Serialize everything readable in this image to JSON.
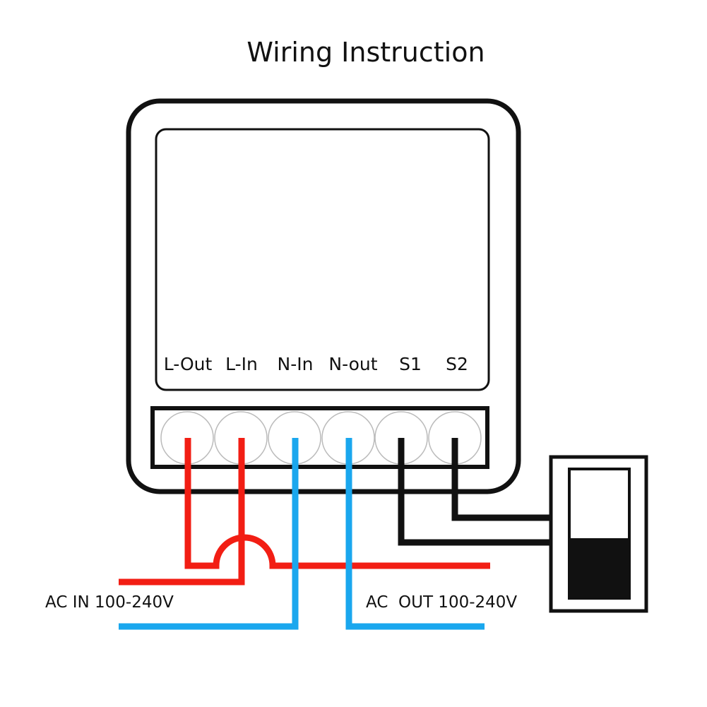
{
  "title": "Wiring Instruction",
  "terminals": [
    {
      "id": "l-out",
      "label": "L-Out",
      "wire": "red"
    },
    {
      "id": "l-in",
      "label": "L-In",
      "wire": "red"
    },
    {
      "id": "n-in",
      "label": "N-In",
      "wire": "blue"
    },
    {
      "id": "n-out",
      "label": "N-out",
      "wire": "blue"
    },
    {
      "id": "s1",
      "label": "S1",
      "wire": "black"
    },
    {
      "id": "s2",
      "label": "S2",
      "wire": "black"
    }
  ],
  "ac_in_label": "AC IN 100-240V",
  "ac_out_label": "AC  OUT 100-240V",
  "colors": {
    "live": "#f21e14",
    "neutral": "#1aa7ee",
    "switch": "#111111",
    "outline": "#111111",
    "terminal_fill": "#ffffff",
    "terminal_stroke": "#bbbbbb"
  },
  "switch_state": "down"
}
